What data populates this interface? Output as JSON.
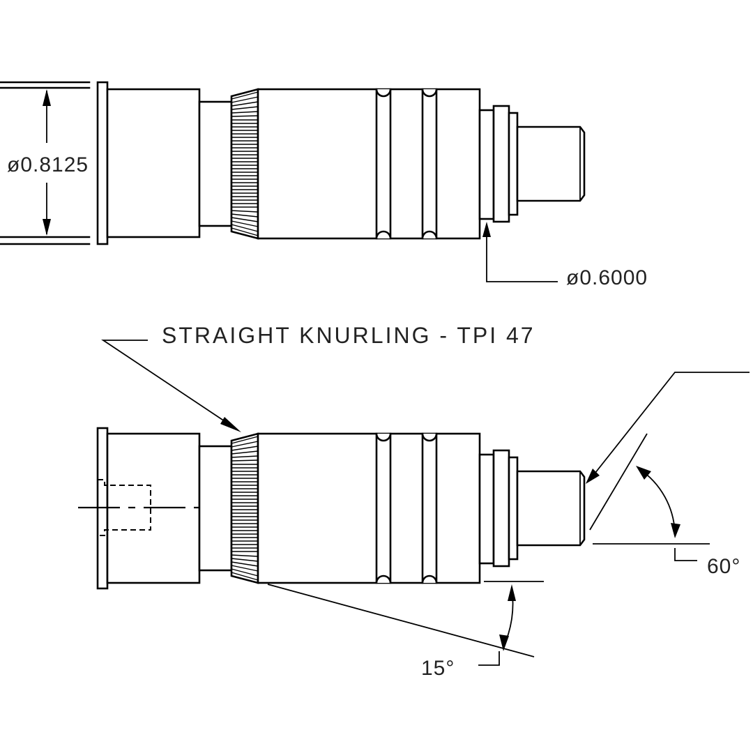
{
  "dimensions": {
    "outer_diameter": "ø0.8125",
    "tip_diameter": "ø0.6000"
  },
  "callouts": {
    "knurling_note": "STRAIGHT KNURLING - TPI 47"
  },
  "angles": {
    "tip_chamfer": "60°",
    "knurl_taper": "15°"
  }
}
